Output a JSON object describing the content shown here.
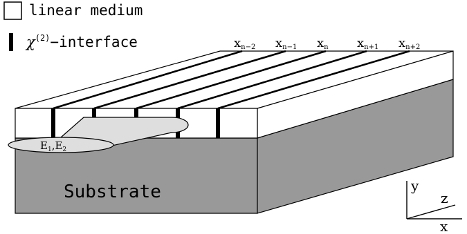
{
  "legend": {
    "items": [
      {
        "symbol": "open-square",
        "label": "linear medium"
      },
      {
        "symbol": "thick-bar",
        "label_symbol": "χ",
        "label_sup": "(2)",
        "label_rest": "−interface"
      }
    ]
  },
  "positions": [
    {
      "base": "x",
      "sub": "n−2"
    },
    {
      "base": "x",
      "sub": "n−1"
    },
    {
      "base": "x",
      "sub": "n"
    },
    {
      "base": "x",
      "sub": "n+1"
    },
    {
      "base": "x",
      "sub": "n+2"
    }
  ],
  "beam": {
    "base": "E",
    "sub1": "1",
    "sep": ",",
    "sub2": "2"
  },
  "substrate_label": "Substrate",
  "axes": {
    "y": "y",
    "z": "z",
    "x": "x"
  },
  "colors": {
    "substrate": "#999999",
    "guide_top": "#ffffff",
    "beam": "#dedede",
    "stroke": "#000000"
  }
}
